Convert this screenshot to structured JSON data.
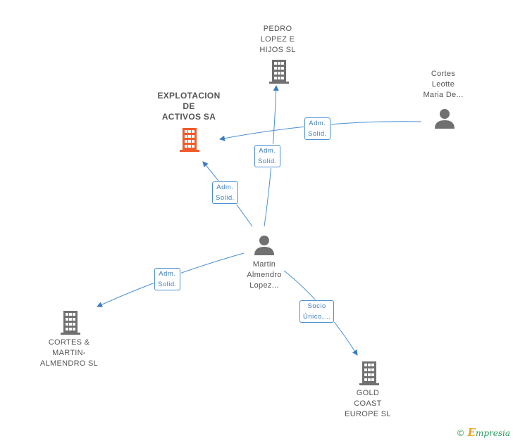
{
  "nodes": {
    "explotacion": {
      "lines": [
        "EXPLOTACION",
        "DE",
        "ACTIVOS SA"
      ],
      "type": "company",
      "color": "#f15a2b"
    },
    "pedro": {
      "lines": [
        "PEDRO",
        "LOPEZ E",
        "HIJOS  SL"
      ],
      "type": "company",
      "color": "#707070"
    },
    "cortes_leotte": {
      "lines": [
        "Cortes",
        "Leotte",
        "Maria De..."
      ],
      "type": "person",
      "color": "#707070"
    },
    "martin": {
      "lines": [
        "Martin",
        "Almendro",
        "Lopez..."
      ],
      "type": "person",
      "color": "#707070"
    },
    "cortes_martin": {
      "lines": [
        "CORTES &",
        "MARTIN-",
        "ALMENDRO  SL"
      ],
      "type": "company",
      "color": "#707070"
    },
    "gold_coast": {
      "lines": [
        "GOLD",
        "COAST",
        "EUROPE SL"
      ],
      "type": "company",
      "color": "#707070"
    }
  },
  "edges": {
    "leotte_to_explotacion": [
      "Adm.",
      "Solid."
    ],
    "martin_to_pedro": [
      "Adm.",
      "Solid."
    ],
    "martin_to_explotacion": [
      "Adm.",
      "Solid."
    ],
    "martin_to_cortes": [
      "Adm.",
      "Solid."
    ],
    "martin_to_gold": [
      "Socio",
      "Único,..."
    ]
  },
  "colors": {
    "edge": "#4a8fd4",
    "icon": "#707070",
    "highlight": "#f15a2b"
  },
  "brand": {
    "copyright": "©",
    "initial": "E",
    "name": "mpresia"
  }
}
